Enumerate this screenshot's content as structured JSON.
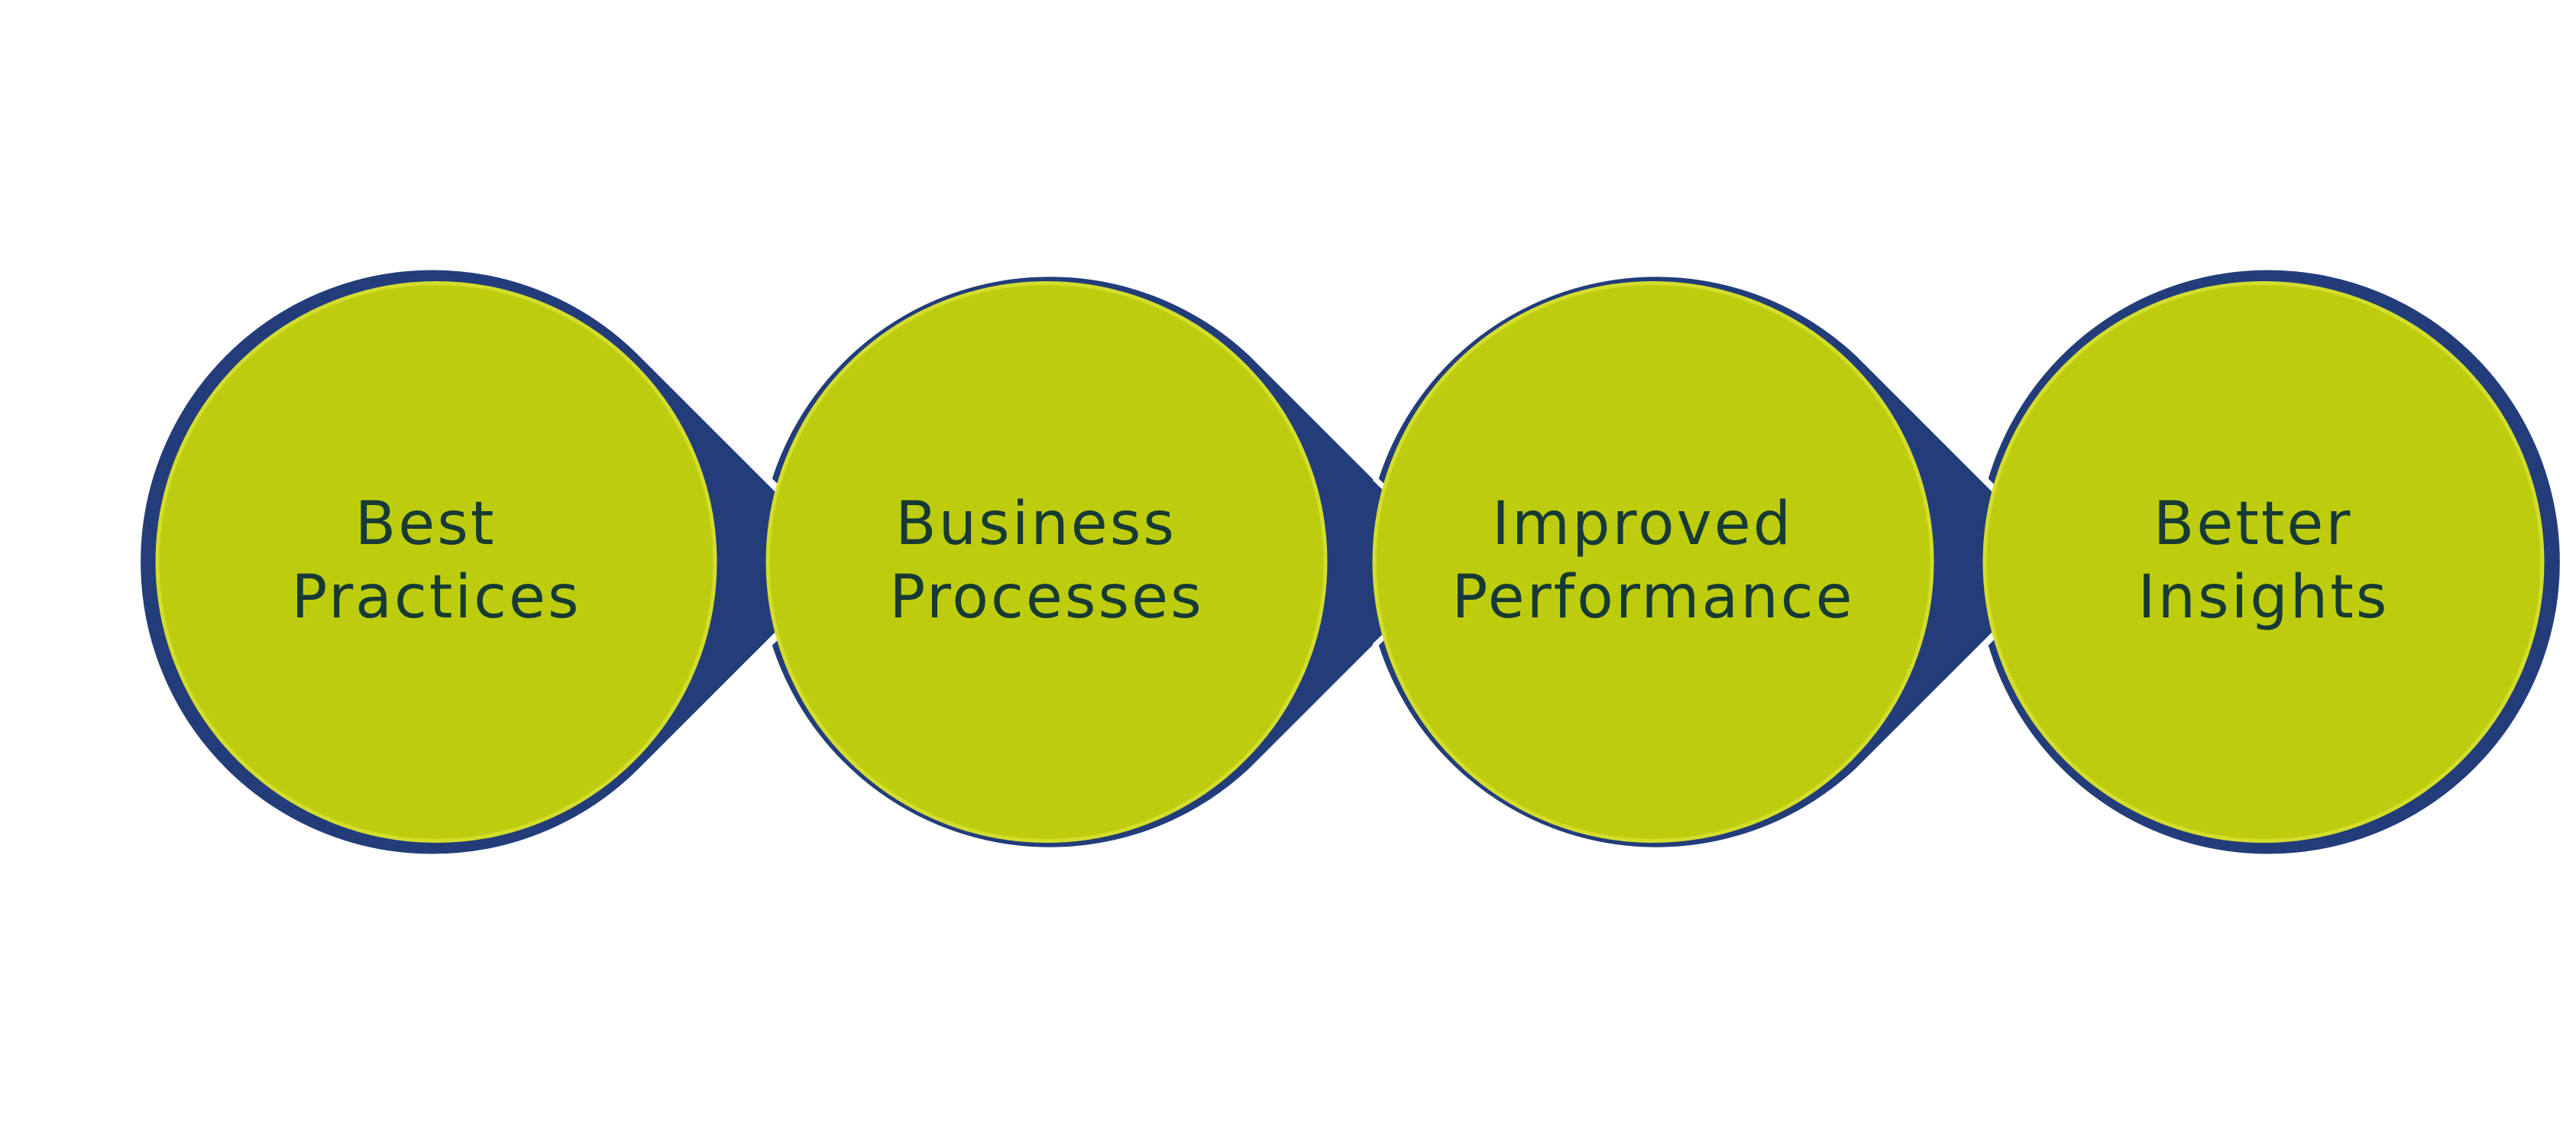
{
  "colors": {
    "background": "#ffffff",
    "circle_fill": "#bdcd0e",
    "circle_inner_ring": "#d3dd2c",
    "outline": "#233d7b",
    "arrow_fill": "#233d7b",
    "separator": "#ffffff",
    "text": "#173a35"
  },
  "steps": [
    {
      "line1": "Best",
      "line2": "Practices"
    },
    {
      "line1": "Business",
      "line2": "Processes"
    },
    {
      "line1": "Improved",
      "line2": "Performance"
    },
    {
      "line1": "Better",
      "line2": "Insights"
    }
  ]
}
